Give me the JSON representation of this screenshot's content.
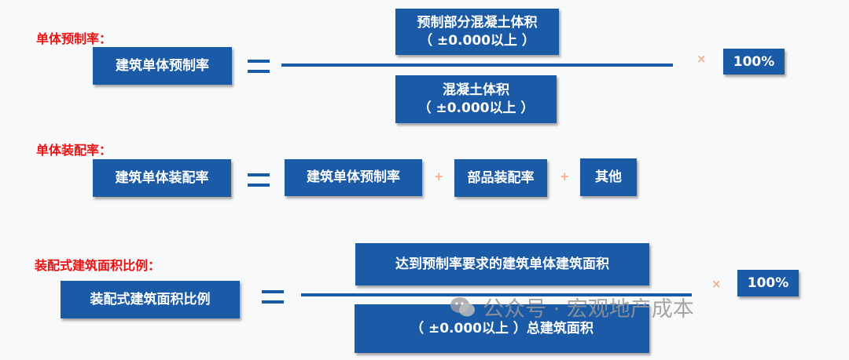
{
  "s1": {
    "heading": "单体预制率：",
    "lhs": "建筑单体预制率",
    "num_line1": "预制部分混凝土体积",
    "num_line2": "（ ±0.000以上 ）",
    "den_line1": "混凝土体积",
    "den_line2": "（ ±0.000以上 ）",
    "times": "×",
    "pct": "100%"
  },
  "s2": {
    "heading": "单体装配率：",
    "lhs": "建筑单体装配率",
    "term1": "建筑单体预制率",
    "plus1": "+",
    "term2": "部品装配率",
    "plus2": "+",
    "term3": "其他"
  },
  "s3": {
    "heading": "装配式建筑面积比例：",
    "lhs": "装配式建筑面积比例",
    "num": "达到预制率要求的建筑单体建筑面积",
    "den": "（ ±0.000以上 ）总建筑面积",
    "times": "×",
    "pct": "100%"
  },
  "watermark": {
    "text": "公众号 · 宏观地产成本",
    "icon": "wechat-icon"
  },
  "colors": {
    "box": "#1a5aa6",
    "heading": "#ee1111",
    "operator": "#f2b08c"
  }
}
